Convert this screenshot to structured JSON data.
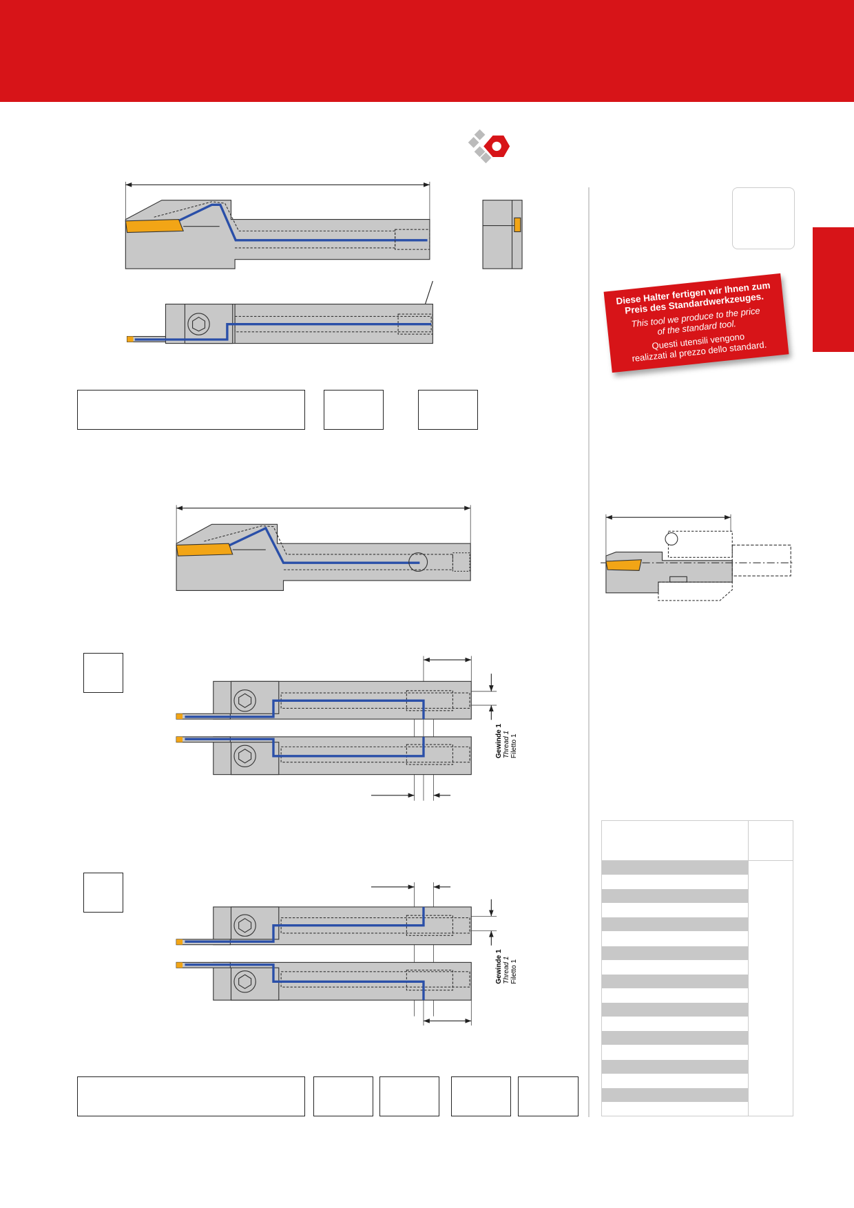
{
  "stamp": {
    "line_de_1": "Diese Halter fertigen wir Ihnen zum",
    "line_de_2": "Preis des Standardwerkzeuges.",
    "line_en_1": "This tool we produce to the price",
    "line_en_2": "of the standard tool.",
    "line_it_1": "Questi utensili vengono",
    "line_it_2": "realizzati al prezzo dello standard."
  },
  "thread_label": {
    "de": "Gewinde 1",
    "en": "Thread 1",
    "it": "Filetto 1"
  },
  "colors": {
    "brand_red": "#d71418",
    "coolant_blue": "#2a4fa8",
    "insert_orange": "#f2a516",
    "body_grey": "#c8c8c8"
  }
}
